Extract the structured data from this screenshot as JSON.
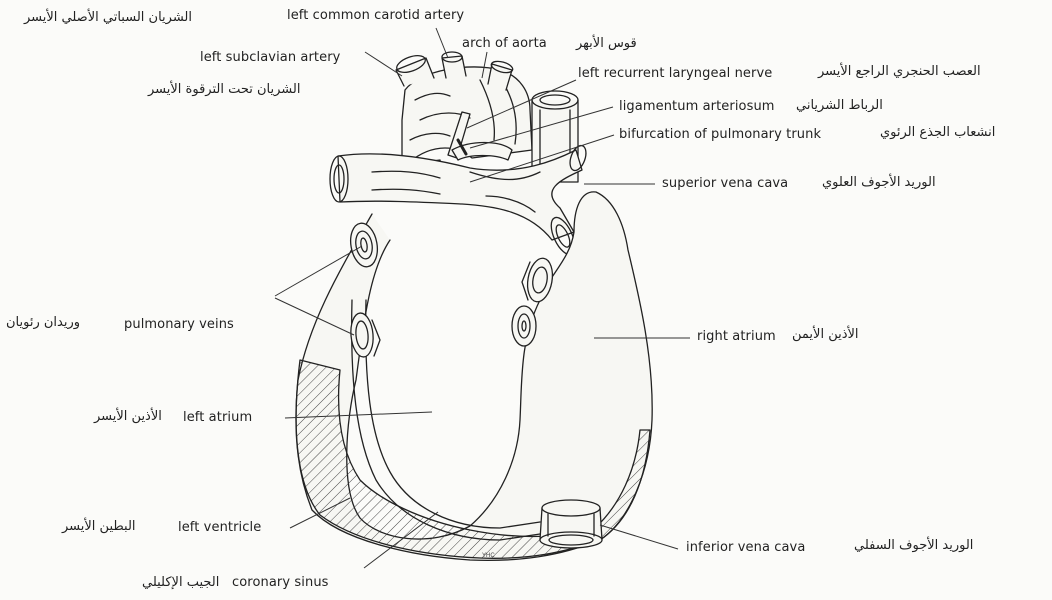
{
  "labels": {
    "left_common_carotid_artery": {
      "en": "left common carotid artery",
      "ar": "الشريان السباتي الأصلي الأيسر"
    },
    "arch_of_aorta": {
      "en": "arch of aorta",
      "ar": "قوس الأبهر"
    },
    "left_subclavian_artery": {
      "en": "left subclavian artery",
      "ar": "الشريان تحت الترقوة الأيسر"
    },
    "left_recurrent_laryngeal_nerve": {
      "en": "left recurrent laryngeal nerve",
      "ar": "العصب الحنجري الراجع الأيسر"
    },
    "ligamentum_arteriosum": {
      "en": "ligamentum arteriosum",
      "ar": "الرباط الشرياني"
    },
    "bifurcation_of_pulmonary_trunk": {
      "en": "bifurcation of pulmonary trunk",
      "ar": "انشعاب الجذع الرئوي"
    },
    "superior_vena_cava": {
      "en": "superior vena cava",
      "ar": "الوريد الأجوف العلوي"
    },
    "pulmonary_veins": {
      "en": "pulmonary veins",
      "ar": "وريدان رئويان"
    },
    "right_atrium": {
      "en": "right atrium",
      "ar": "الأذين الأيمن"
    },
    "left_atrium": {
      "en": "left atrium",
      "ar": "الأذين الأيسر"
    },
    "left_ventricle": {
      "en": "left ventricle",
      "ar": "البطين الأيسر"
    },
    "inferior_vena_cava": {
      "en": "inferior vena cava",
      "ar": "الوريد الأجوف السفلي"
    },
    "coronary_sinus": {
      "en": "coronary sinus",
      "ar": "الجيب الإكليلي"
    }
  },
  "signature": "YHC"
}
